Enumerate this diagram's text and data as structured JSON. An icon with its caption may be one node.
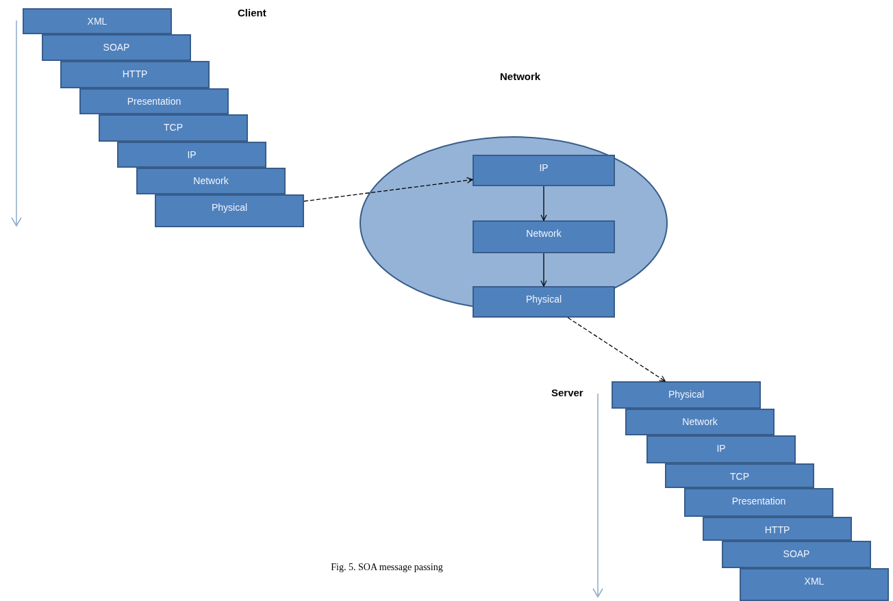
{
  "diagram": {
    "caption": "Fig. 5. SOA message passing",
    "nodes": [
      {
        "text": [
          "XML"
        ]
      },
      {
        "text": [
          "SOAP"
        ]
      },
      {
        "text": [
          "HTTP"
        ]
      },
      {
        "text": [
          "Presentation"
        ]
      },
      {
        "text": [
          "TCP"
        ]
      },
      {
        "text": [
          "IP"
        ]
      },
      {
        "text": [
          "Network"
        ]
      },
      {
        "text": [
          "Physical"
        ]
      },
      {
        "text": [],
        "shape": "ellipse"
      },
      {
        "text": [
          "IP"
        ],
        "in": 8
      },
      {
        "text": [
          "Network"
        ],
        "in": 8
      },
      {
        "text": [
          "Physical"
        ],
        "in": 8
      },
      {
        "text": [
          "Physical"
        ]
      },
      {
        "text": [
          "Network"
        ]
      },
      {
        "text": [
          "IP"
        ]
      },
      {
        "text": [
          "TCP"
        ]
      },
      {
        "text": [
          "Presentation"
        ]
      },
      {
        "text": [
          "HTTP"
        ]
      },
      {
        "text": [
          "SOAP"
        ]
      },
      {
        "text": [
          "XML"
        ]
      }
    ],
    "edges": [
      {
        "from": 7,
        "to": 9,
        "arrow": "to",
        "style": "dashed"
      },
      {
        "from": 9,
        "to": 10,
        "arrow": "to"
      },
      {
        "from": 10,
        "to": 11,
        "arrow": "to"
      },
      {
        "from": 11,
        "to": 12,
        "arrow": "to",
        "style": "dashed"
      }
    ],
    "labels": [
      "Client",
      "Network",
      "Server"
    ]
  }
}
